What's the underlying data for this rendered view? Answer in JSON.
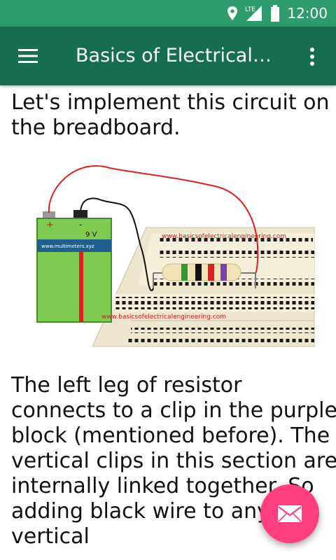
{
  "status_bar": {
    "time": "12:00",
    "network_label": "LTE",
    "icons": [
      "location-icon",
      "signal-icon",
      "battery-icon"
    ]
  },
  "app_bar": {
    "title": "Basics of Electrical…",
    "icons": [
      "menu-icon",
      "more-vert-icon"
    ]
  },
  "article": {
    "para1": "Let's implement this circuit on the breadboard.",
    "para2": "The left leg of resistor connects to a clip in the purple block (mentioned before). The vertical clips in this section are internally linked together. So adding black wire to any of vertical",
    "figure": {
      "battery_plus": "+",
      "battery_minus": "-",
      "battery_voltage": "9 V",
      "battery_brand": "www.multimeters.xyz",
      "watermark_top": "www.basicsofelectricalengineering.com",
      "watermark_bottom": "www.basicsofelectricalengineering.com"
    }
  },
  "fab": {
    "icon": "mail-icon"
  },
  "colors": {
    "status_bar": "#2e9b6c",
    "app_bar": "#176e4f",
    "fab": "#ff3f7f",
    "battery_body": "#7ecb52",
    "wire_red": "#e02020",
    "watermark": "#d81b1b"
  }
}
